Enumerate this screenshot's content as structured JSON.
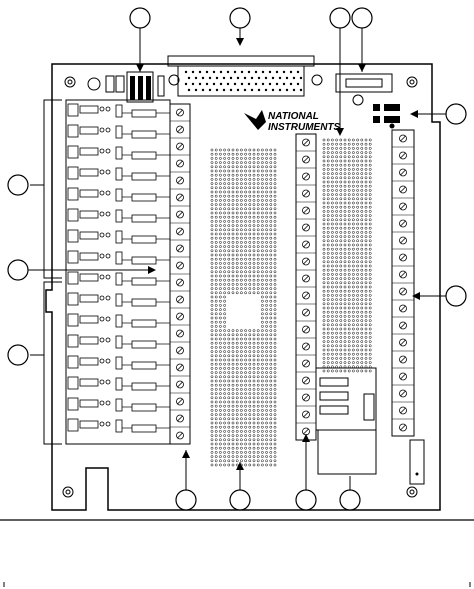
{
  "logo": {
    "line1": "NATIONAL",
    "line2": "INSTRUMENTS"
  },
  "callouts": {
    "count": 13,
    "labels": [
      "",
      "",
      "",
      "",
      "",
      "",
      "",
      "",
      "",
      "",
      "",
      "",
      ""
    ]
  },
  "colors": {
    "ink": "#000000",
    "background": "#ffffff"
  }
}
